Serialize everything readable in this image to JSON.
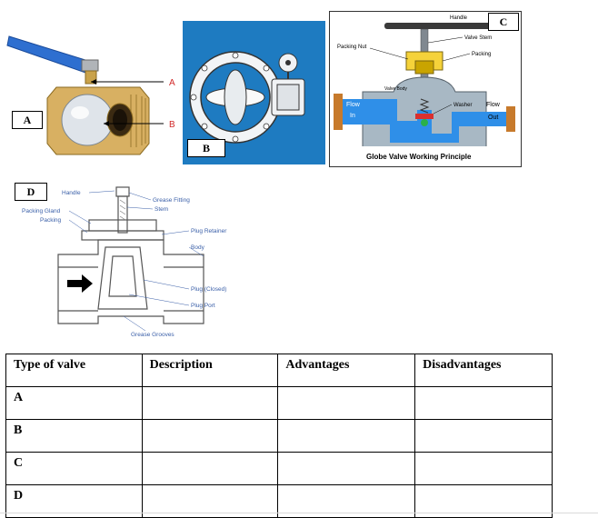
{
  "panel_a": {
    "tag": "A",
    "callouts": [
      "A",
      "B"
    ]
  },
  "panel_b": {
    "tag": "B"
  },
  "panel_c": {
    "tag": "C",
    "title": "Globe Valve Working Principle",
    "labels": {
      "handle": "Handle",
      "valve_stem": "Valve Stem",
      "packing_nut": "Packing Nut",
      "packing": "Packing",
      "valve_body": "Valve Body",
      "washer": "Washer",
      "flow_in_1": "Flow",
      "flow_in_2": "In",
      "flow_out_1": "Flow",
      "flow_out_2": "Out"
    },
    "colors": {
      "background": "#1f6fb0",
      "fluid": "#2f8fe8",
      "packing": "#f5d23a",
      "washer": "#d93030",
      "body": "#a8b8c4"
    }
  },
  "panel_d": {
    "tag": "D",
    "labels": {
      "handle": "Handle",
      "grease_fitting": "Grease Fitting",
      "stem": "Stem",
      "packing_gland": "Packing Gland",
      "packing": "Packing",
      "plug_retainer": "Plug Retainer",
      "body": "Body",
      "plug_closed": "Plug (Closed)",
      "plug_port": "Plug Port",
      "grease_grooves": "Grease Grooves"
    },
    "label_color": "#3a5fa8"
  },
  "table": {
    "headers": [
      "Type of valve",
      "Description",
      "Advantages",
      "Disadvantages"
    ],
    "rows": [
      [
        "A",
        "",
        "",
        ""
      ],
      [
        "B",
        "",
        "",
        ""
      ],
      [
        "C",
        "",
        "",
        ""
      ],
      [
        "D",
        "",
        "",
        ""
      ]
    ]
  }
}
